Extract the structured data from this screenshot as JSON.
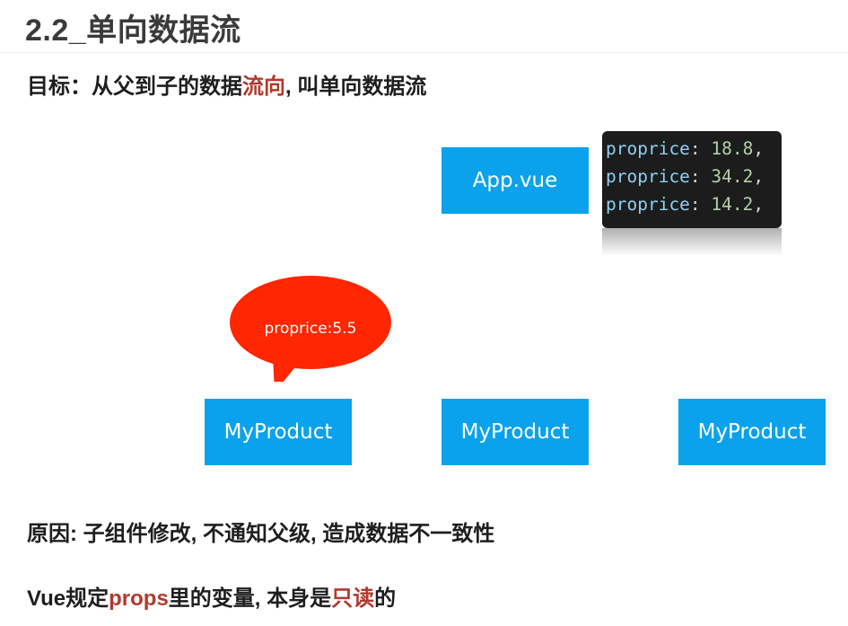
{
  "title": "2.2_单向数据流",
  "goal": {
    "prefix": "目标：从父到子的数据",
    "highlight": "流向",
    "suffix": ", 叫单向数据流"
  },
  "diagram": {
    "parent_box": "App.vue",
    "code_lines": [
      {
        "key": "proprice",
        "sep": ": ",
        "value": "18.8",
        "end": ","
      },
      {
        "key": "proprice",
        "sep": ": ",
        "value": "34.2",
        "end": ","
      },
      {
        "key": "proprice",
        "sep": ": ",
        "value": "14.2",
        "end": ","
      }
    ],
    "bubble_text": "proprice:5.5",
    "child_boxes": [
      "MyProduct",
      "MyProduct",
      "MyProduct"
    ]
  },
  "reason": "原因: 子组件修改, 不通知父级, 造成数据不一致性",
  "rule": {
    "prefix": "Vue规定",
    "highlight1": "props",
    "middle": "里的变量, 本身是",
    "highlight2": "只读",
    "suffix": "的"
  },
  "colors": {
    "box_blue": "#0aa2ec",
    "bubble_red": "#ff2600",
    "highlight": "#b03a2e",
    "code_bg": "#1c1c1c"
  }
}
